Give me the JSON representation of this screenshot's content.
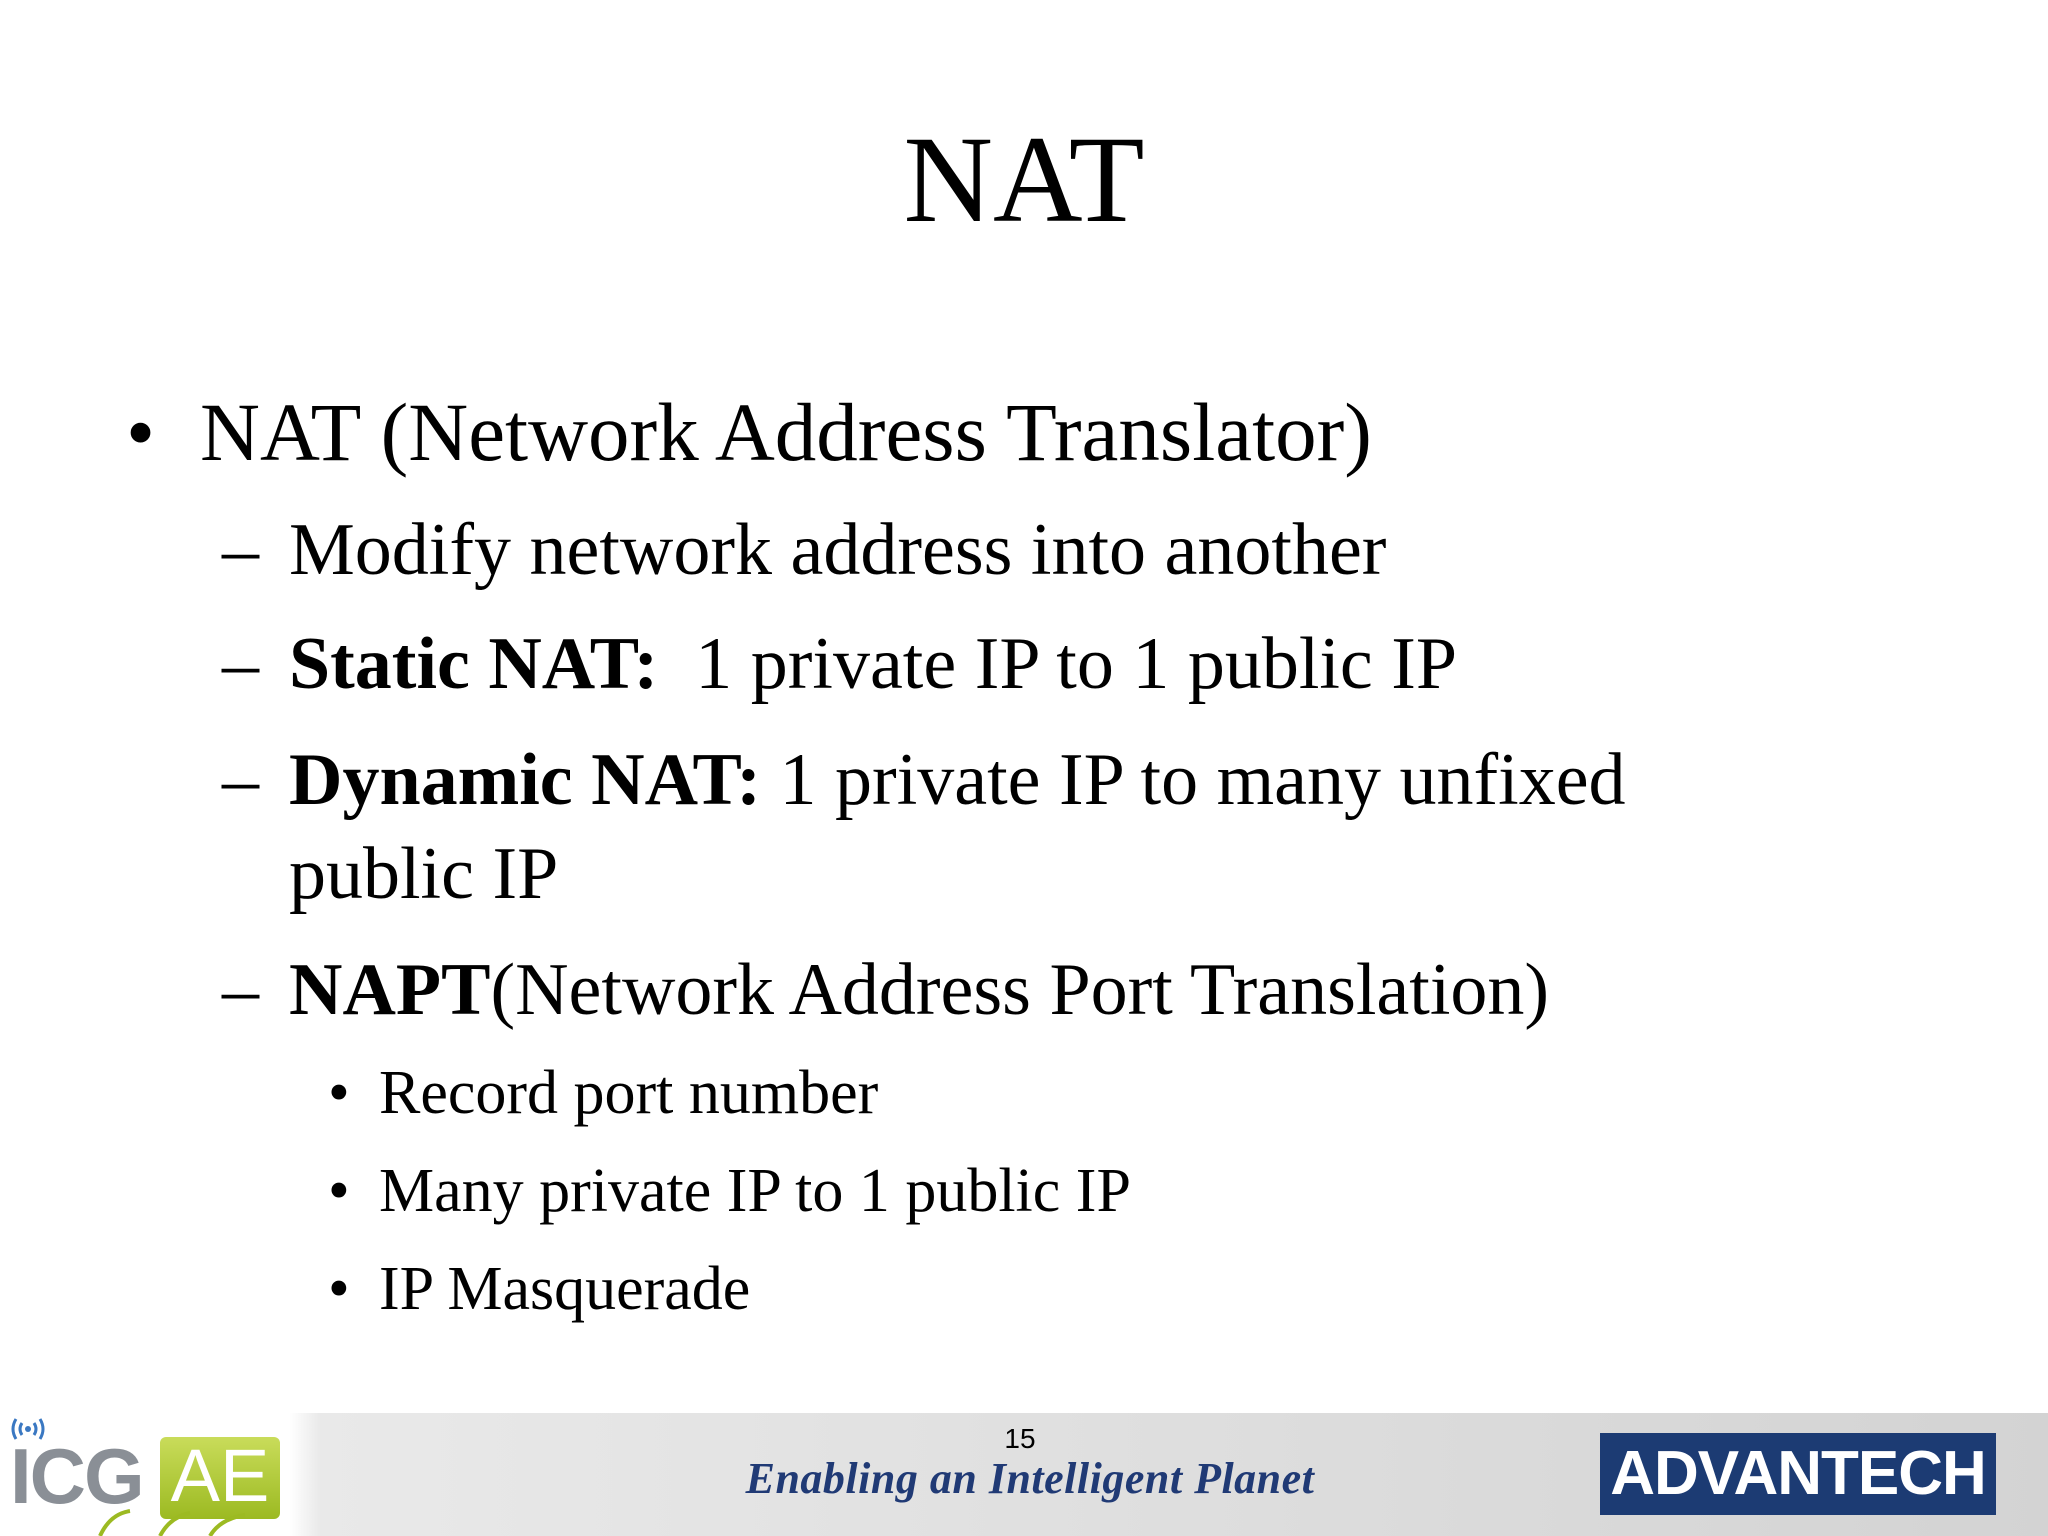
{
  "slide": {
    "title": "NAT",
    "bullet1": {
      "marker": "•",
      "text": "NAT (Network Address Translator)"
    },
    "dash": "–",
    "sub1": {
      "text": "Modify network address into another"
    },
    "sub2": {
      "bold": "Static NAT:",
      "text": "  1 private IP to 1 public IP"
    },
    "sub3": {
      "bold": "Dynamic NAT:",
      "text": " 1 private IP to many unfixed",
      "cont": "public IP"
    },
    "sub4": {
      "bold": "NAPT",
      "text": "(Network Address Port Translation)"
    },
    "subsub_marker": "•",
    "subsub": [
      "Record port number",
      "Many private IP to 1 public IP",
      "IP Masquerade"
    ]
  },
  "footer": {
    "page_number": "15",
    "tagline": "Enabling an Intelligent Planet",
    "logo_left_icg": "ICG",
    "logo_left_ae": "AE",
    "logo_right": "ADVANTECH"
  },
  "colors": {
    "tagline": "#203a75",
    "advantech_blue": "#1c3b73",
    "ae_green": "#9cba22",
    "icg_gray": "#8a8f96"
  }
}
